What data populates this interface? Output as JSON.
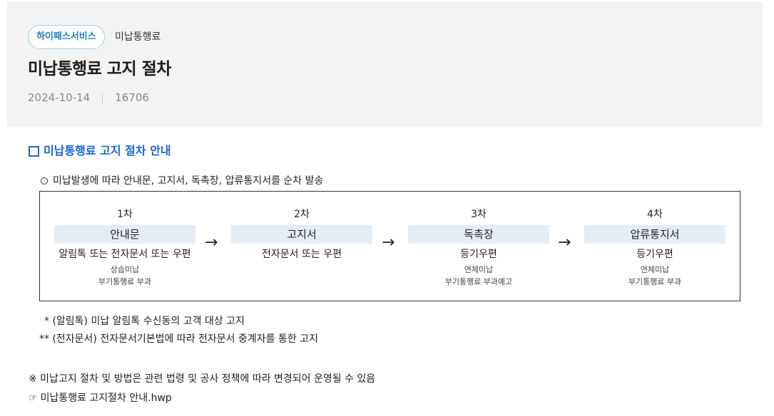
{
  "breadcrumb": {
    "category_tag": "하이패스서비스",
    "current": "미납통행료"
  },
  "post": {
    "title": "미납통행료 고지 절차",
    "date": "2024-10-14",
    "views": "16706"
  },
  "section": {
    "heading": "미납통행료 고지 절차 안내",
    "intro": "미납발생에 따라 안내문, 고지서, 독촉장, 압류통지서를 순차 발송"
  },
  "steps": [
    {
      "num": "1차",
      "name": "안내문",
      "method": "알림톡 또는 전자문서 또는 우편",
      "note1": "상습미납",
      "note2": "부기통행료 부과"
    },
    {
      "num": "2차",
      "name": "고지서",
      "method": "전자문서 또는 우편",
      "note1": "",
      "note2": ""
    },
    {
      "num": "3차",
      "name": "독촉장",
      "method": "등기우편",
      "note1": "연체미납",
      "note2": "부기통행료 부과예고"
    },
    {
      "num": "4차",
      "name": "압류통지서",
      "method": "등기우편",
      "note1": "연체미납",
      "note2": "부기통행료 부과"
    }
  ],
  "arrow_glyph": "→",
  "footnotes": [
    "* (알림톡) 미납 알림톡 수신동의 고객 대상 고지",
    "** (전자문서) 전자문서기본법에 따라 전자문서 중계자를 통한 고지"
  ],
  "notice": "※ 미납고지 절차 및 방법은 관련 법령 및 공사 정책에 따라 변경되어 운영될 수 있음",
  "attachment": {
    "icon": "☞",
    "label": "미납통행료 고지절차 안내.hwp"
  },
  "colors": {
    "header_bg": "#f3f3f4",
    "accent_blue": "#1d64d6",
    "tag_text": "#1f7fb8",
    "step_fill": "#e4ecf6"
  }
}
